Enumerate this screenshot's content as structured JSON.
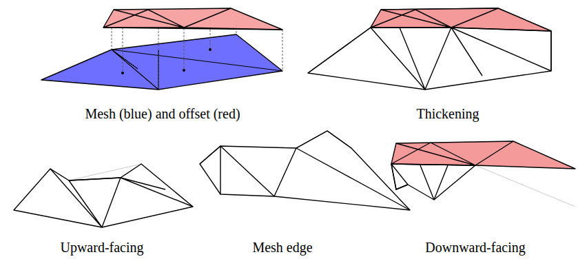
{
  "diagram": {
    "labels": [
      "Mesh (blue) and offset (red)",
      "Thickening",
      "Upward-facing",
      "Mesh edge",
      "Downward-facing"
    ]
  }
}
